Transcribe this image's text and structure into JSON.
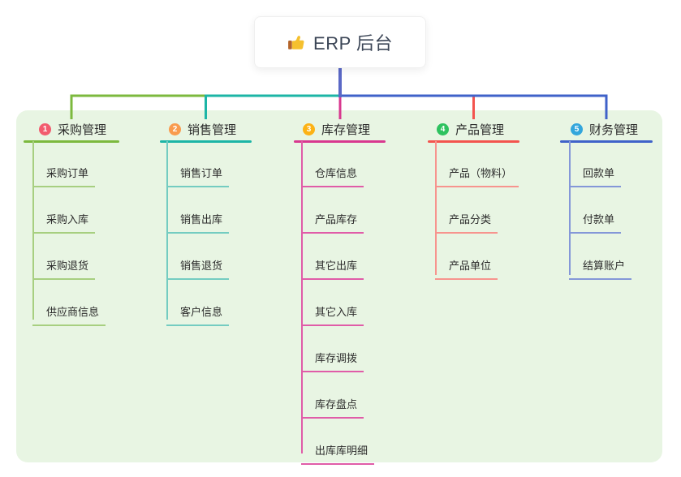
{
  "root": {
    "title": "ERP 后台",
    "icon": "thumbs-up-icon"
  },
  "colors": {
    "page_bg": "#ffffff",
    "panel_bg": "#e8f5e3",
    "root_connector": "#5a68c6",
    "root_text": "#3b4556",
    "thumb_yellow": "#f5c02e",
    "thumb_cuff": "#b4642a"
  },
  "branches": [
    {
      "num": "1",
      "label": "采购管理",
      "circle_color": "#f25c6e",
      "line_color": "#7cb93e",
      "subline_color": "#a7cf80",
      "items": [
        "采购订单",
        "采购入库",
        "采购退货",
        "供应商信息"
      ]
    },
    {
      "num": "2",
      "label": "销售管理",
      "circle_color": "#f99b4d",
      "line_color": "#1cb5a6",
      "subline_color": "#74ccc1",
      "items": [
        "销售订单",
        "销售出库",
        "销售退货",
        "客户信息"
      ]
    },
    {
      "num": "3",
      "label": "库存管理",
      "circle_color": "#fcb215",
      "line_color": "#d8388f",
      "subline_color": "#e05ca8",
      "items": [
        "仓库信息",
        "产品库存",
        "其它出库",
        "其它入库",
        "库存调拨",
        "库存盘点",
        "出库库明细"
      ]
    },
    {
      "num": "4",
      "label": "产品管理",
      "circle_color": "#2ec25f",
      "line_color": "#f3544e",
      "subline_color": "#f7948e",
      "items": [
        "产品（物料）",
        "产品分类",
        "产品单位"
      ]
    },
    {
      "num": "5",
      "label": "财务管理",
      "circle_color": "#33a6dc",
      "line_color": "#3f62c9",
      "subline_color": "#8497d8",
      "items": [
        "回款单",
        "付款单",
        "结算账户"
      ]
    }
  ]
}
